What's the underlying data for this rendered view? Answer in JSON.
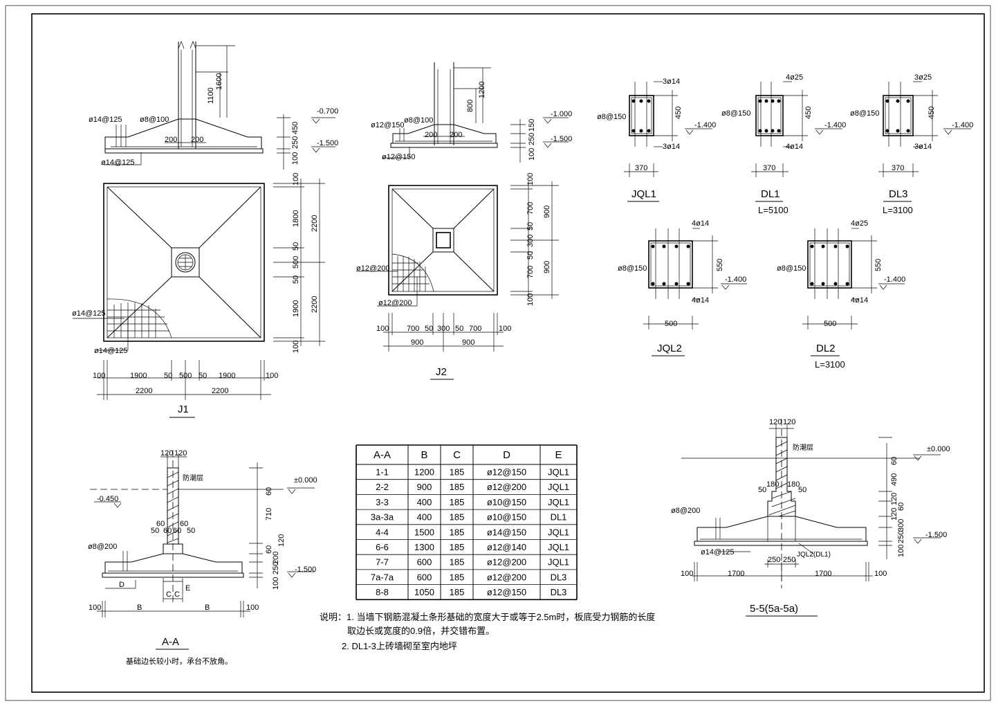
{
  "j1": {
    "title": "J1",
    "section_labels": {
      "top_dim_1": "1600",
      "top_dim_2": "1100",
      "stirrup": "ø8@100",
      "bar_left": "ø14@125",
      "bar_bottom": "ø14@125",
      "elev_1": "-0.700",
      "elev_2": "-1.500",
      "w_200a": "200",
      "w_200b": "200",
      "h_450": "450",
      "h_250": "250",
      "h_100": "100"
    },
    "plan_labels": {
      "r_100a": "100",
      "r_1800": "1800",
      "r_2200a": "2200",
      "r_50a": "50",
      "r_500": "500",
      "r_50b": "50",
      "r_1900": "1900",
      "r_2200b": "2200",
      "r_100b": "100",
      "rebar_a": "ø14@125",
      "rebar_b": "ø14@125"
    },
    "bottom_dims": {
      "d1": "100",
      "d2": "1900",
      "d3": "50",
      "d4": "500",
      "d5": "50",
      "d6": "1900",
      "d7": "100",
      "d8": "2200",
      "d9": "2200"
    }
  },
  "j2": {
    "title": "J2",
    "section_labels": {
      "top_dim_1": "1200",
      "top_dim_2": "800",
      "stirrup": "ø8@100",
      "bar_left": "ø12@150",
      "bar_bottom": "ø12@150",
      "elev_1": "-1.000",
      "elev_2": "-1.500",
      "w_200a": "200",
      "w_200b": "200",
      "h_150": "150",
      "h_250": "250",
      "h_100": "100"
    },
    "plan_labels": {
      "r_100a": "100",
      "r_700a": "700",
      "r_900a": "900",
      "r_50a": "50",
      "r_300": "300",
      "r_50b": "50",
      "r_700b": "700",
      "r_900b": "900",
      "r_100b": "100",
      "rebar_a": "ø12@200",
      "rebar_b": "ø12@200"
    },
    "bottom_dims": {
      "d1": "100",
      "d2": "700",
      "d3": "50",
      "d4": "300",
      "d5": "50",
      "d6": "700",
      "d7": "100",
      "d8": "900",
      "d9": "900"
    }
  },
  "beams": {
    "jql1": {
      "title": "JQL1",
      "top": "3ø14",
      "bottom": "3ø14",
      "stirrup": "ø8@150",
      "height": "450",
      "width": "370",
      "elev": "-1.400"
    },
    "dl1": {
      "title": "DL1",
      "length": "L=5100",
      "top": "4ø25",
      "bottom": "4ø14",
      "stirrup": "ø8@150",
      "height": "450",
      "width": "370",
      "elev": "-1.400"
    },
    "dl3": {
      "title": "DL3",
      "length": "L=3100",
      "top": "3ø25",
      "bottom": "3ø14",
      "stirrup": "ø8@150",
      "height": "450",
      "width": "370",
      "elev": "-1.400"
    },
    "jql2": {
      "title": "JQL2",
      "top": "4ø14",
      "bottom": "4ø14",
      "stirrup": "ø8@150",
      "height": "550",
      "width": "500",
      "elev": "-1.400"
    },
    "dl2": {
      "title": "DL2",
      "length": "L=3100",
      "top": "4ø25",
      "bottom": "4ø14",
      "stirrup": "ø8@150",
      "height": "550",
      "width": "500",
      "elev": "-1.400"
    }
  },
  "section_aa": {
    "title": "A-A",
    "note": "基础边长较小时，承台不放角。",
    "labels": {
      "w120a": "120",
      "w120b": "120",
      "dpc": "防潮层",
      "elev0": "±0.000",
      "elev1": "-0.450",
      "elev2": "-1.500",
      "h60": "60",
      "h710": "710",
      "h120": "120",
      "h60b": "60",
      "h200": "200",
      "h250": "250",
      "h100": "100",
      "s60a": "60",
      "s60b": "60",
      "s50a": "50",
      "s60c": "60",
      "s60d": "60",
      "s50b": "50",
      "stirrup": "ø8@200",
      "D": "D",
      "E": "E",
      "C1": "C",
      "C2": "C",
      "B1": "B",
      "B2": "B",
      "d100a": "100",
      "d100b": "100"
    }
  },
  "section_55": {
    "title": "5-5(5a-5a)",
    "labels": {
      "w120a": "120",
      "w120b": "120",
      "dpc": "防潮层",
      "elev0": "±0.000",
      "elev2": "-1.500",
      "h60": "60",
      "h490": "490",
      "h120a": "120",
      "h60b": "60",
      "h120b": "120",
      "h300": "300",
      "h250": "250",
      "h100": "100",
      "s180a": "180",
      "s180b": "180",
      "s50a": "50",
      "s50b": "50",
      "stirrup": "ø8@200",
      "bottom_bar": "ø14@125",
      "beam": "JQL2(DL1)",
      "c250a": "250",
      "c250b": "250",
      "d100a": "100",
      "d1700a": "1700",
      "d1700b": "1700",
      "d100b": "100"
    }
  },
  "table": {
    "headers": [
      "A-A",
      "B",
      "C",
      "D",
      "E"
    ],
    "rows": [
      [
        "1-1",
        "1200",
        "185",
        "ø12@150",
        "JQL1"
      ],
      [
        "2-2",
        "900",
        "185",
        "ø12@200",
        "JQL1"
      ],
      [
        "3-3",
        "400",
        "185",
        "ø10@150",
        "JQL1"
      ],
      [
        "3a-3a",
        "400",
        "185",
        "ø10@150",
        "DL1"
      ],
      [
        "4-4",
        "1500",
        "185",
        "ø14@150",
        "JQL1"
      ],
      [
        "6-6",
        "1300",
        "185",
        "ø12@140",
        "JQL1"
      ],
      [
        "7-7",
        "600",
        "185",
        "ø12@200",
        "JQL1"
      ],
      [
        "7a-7a",
        "600",
        "185",
        "ø12@200",
        "DL3"
      ],
      [
        "8-8",
        "1050",
        "185",
        "ø12@150",
        "DL3"
      ]
    ]
  },
  "notes": {
    "line1": "说明：1. 当墙下钢筋混凝土条形基础的宽度大于或等于2.5m时，板底受力钢筋的长度",
    "line2": "取边长或宽度的0.9倍，并交错布置。",
    "line3": "2. DL1-3上砖墙砌至室内地坪"
  }
}
